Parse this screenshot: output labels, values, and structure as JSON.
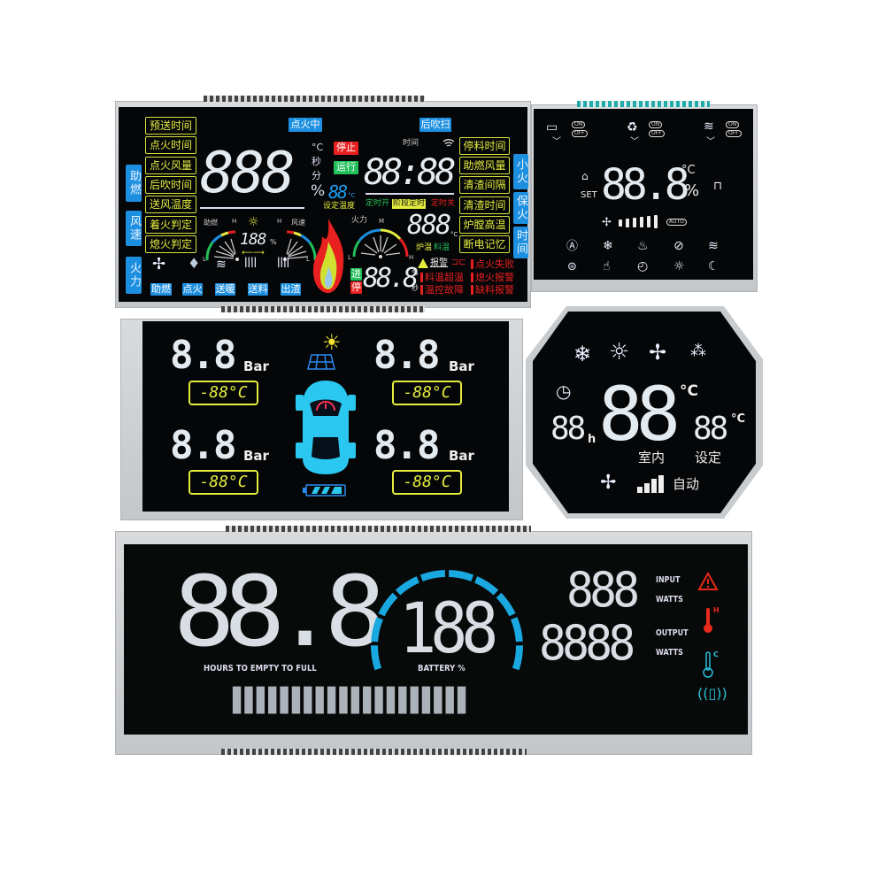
{
  "panel_boiler": {
    "left_labels": [
      "预送时间",
      "点火时间",
      "点火风量",
      "后吹时间",
      "送风温度",
      "着火判定",
      "熄火判定"
    ],
    "left_side_labels": [
      "助燃",
      "风速",
      "火力"
    ],
    "top_center_label": "点火中",
    "top_right_label": "后吹扫",
    "main_digits": "888",
    "unit_labels": [
      "°C",
      "秒",
      "分",
      "%"
    ],
    "stop_label": "停止",
    "run_label": "运行",
    "set_temp_digits": "88",
    "set_temp_unit": "°C",
    "set_temp_label": "设定温度",
    "time_label": "时间",
    "clock_digits": "88:88",
    "timer_on": "定时开",
    "timer_stage": "阶段定时",
    "timer_off": "定时关",
    "right_labels": [
      "停料时间",
      "助燃风量",
      "清渣间隔",
      "清渣时间",
      "炉膛高温",
      "断电记忆"
    ],
    "right_side_labels": [
      "小火",
      "保火",
      "时间"
    ],
    "gauge_left_label": "助燃",
    "gauge_right_label": "风速",
    "gauge_fire_label": "火力",
    "gauge_marks": {
      "h": "H",
      "l": "L",
      "m": "M"
    },
    "percent_digits": "188",
    "percent_unit": "%",
    "bottom_labels": [
      "助燃",
      "点火",
      "送暖",
      "送料",
      "出渣"
    ],
    "furnace_digits": "888",
    "furnace_unit": "°C",
    "furnace_temp_label": "炉温",
    "material_temp_label": "料温",
    "alarm_label": "报警",
    "alarms": [
      "点火失败",
      "料温超温",
      "熄火报警",
      "温控故障",
      "缺料报警"
    ],
    "in_label": "进",
    "stop2_label": "停",
    "feed_digits": "88.8",
    "feed_units": [
      "%",
      "秒"
    ],
    "colors": {
      "yellow": "#e4ec3e",
      "blue": "#1d8fe0",
      "red": "#e82020",
      "green": "#22c05a"
    }
  },
  "panel_thermostat": {
    "on_label": "ON",
    "off_label": "OFF",
    "set_label": "SET",
    "main_digits": "88.8",
    "unit_c": "°C",
    "unit_pct": "%",
    "auto_label": "AUTO",
    "fan_level": 1.0,
    "icons_row1": [
      "auto-icon",
      "snowflake-icon",
      "flame-icon",
      "dry-icon",
      "wind-icon"
    ],
    "icons_row2": [
      "robot-icon",
      "hand-icon",
      "clock-icon",
      "sun-icon",
      "moon-icon"
    ]
  },
  "panel_tpms": {
    "wheels": [
      {
        "pressure": "8.8",
        "unit": "Bar",
        "temp": "-88°C"
      },
      {
        "pressure": "8.8",
        "unit": "Bar",
        "temp": "-88°C"
      },
      {
        "pressure": "8.8",
        "unit": "Bar",
        "temp": "-88°C"
      },
      {
        "pressure": "8.8",
        "unit": "Bar",
        "temp": "-88°C"
      }
    ],
    "colors": {
      "car": "#2ac8f0",
      "temp": "#e4ec3e",
      "alert": "#ff3050"
    }
  },
  "panel_ac": {
    "timer_digits": "88",
    "timer_unit": "h",
    "indoor_digits": "88",
    "indoor_unit": "°C",
    "indoor_label": "室内",
    "set_digits": "88",
    "set_unit": "°C",
    "set_label": "设定",
    "auto_label": "自动"
  },
  "panel_power": {
    "hours_digits": "88.8",
    "hours_label": "HOURS TO EMPTY TO FULL",
    "battery_digits": "188",
    "battery_label": "BATTERY %",
    "input_digits": "888",
    "input_label": "INPUT",
    "input_unit": "WATTS",
    "output_digits": "8888",
    "output_label": "OUTPUT",
    "output_unit": "WATTS",
    "temp_high_mark": "H",
    "temp_low_mark": "C",
    "text_segments": "████████████████████",
    "colors": {
      "arc": "#1aa8e0",
      "warning": "#e82a1a"
    }
  }
}
